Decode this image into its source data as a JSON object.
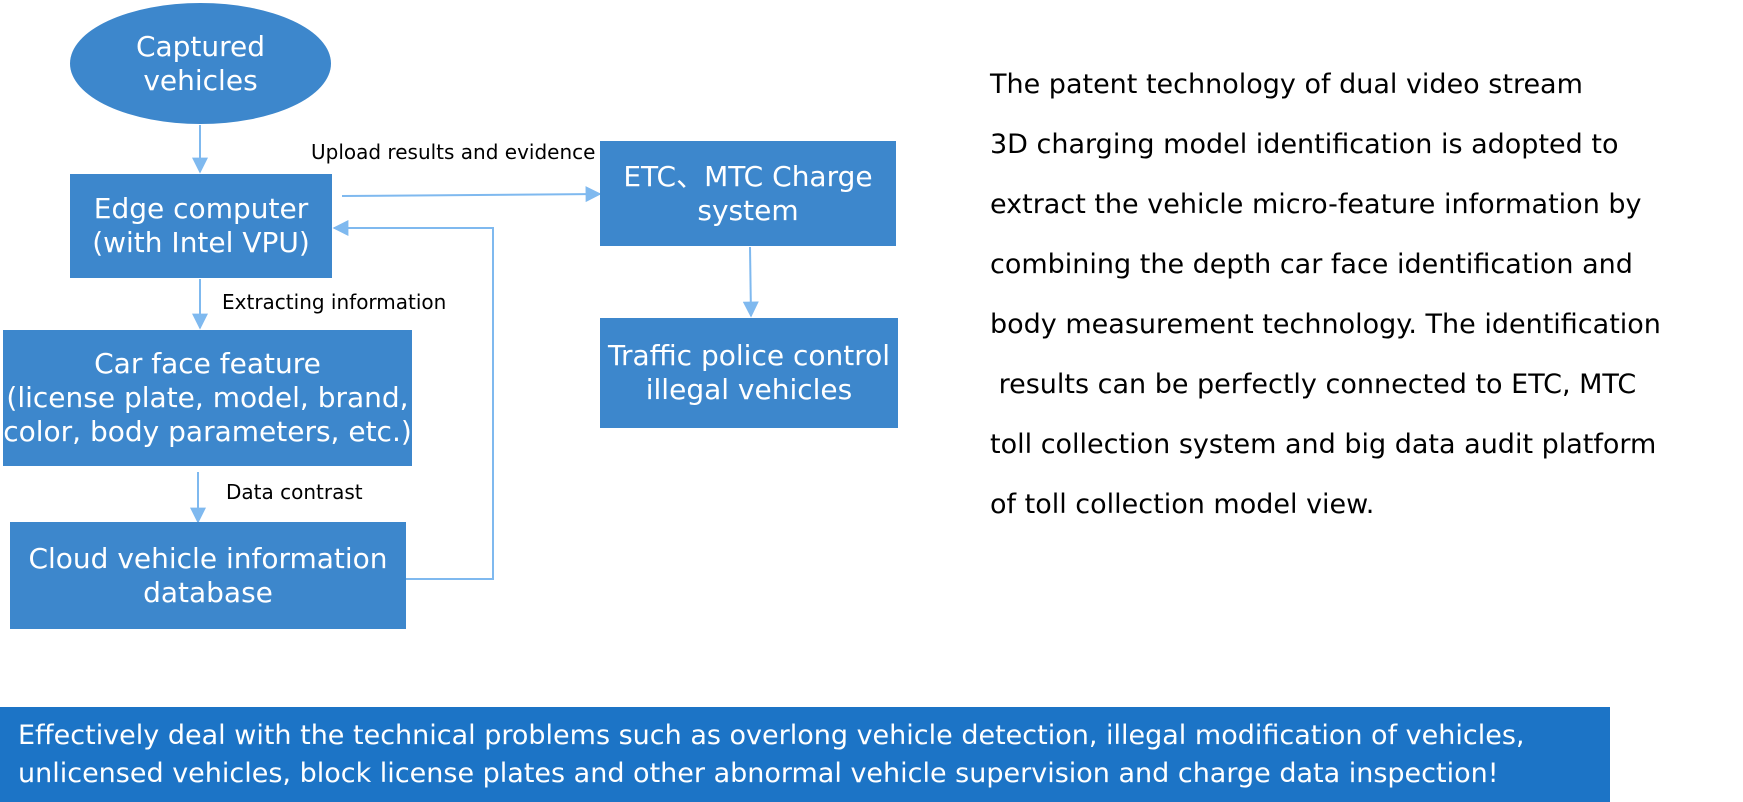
{
  "diagram": {
    "nodes": [
      {
        "id": "captured",
        "lines": [
          "Captured",
          "vehicles"
        ]
      },
      {
        "id": "edge",
        "lines": [
          "Edge computer",
          "(with Intel VPU)"
        ]
      },
      {
        "id": "carface",
        "lines": [
          "Car face feature",
          "(license plate, model, brand,",
          "color, body parameters, etc.)"
        ]
      },
      {
        "id": "cloud",
        "lines": [
          "Cloud vehicle information",
          "database"
        ]
      },
      {
        "id": "charge",
        "lines": [
          "ETC、MTC Charge",
          "system"
        ]
      },
      {
        "id": "traffic",
        "lines": [
          "Traffic police control",
          "illegal vehicles"
        ]
      }
    ],
    "edges": [
      {
        "from": "captured",
        "to": "edge",
        "label": ""
      },
      {
        "from": "edge",
        "to": "charge",
        "label": "Upload results and evidence"
      },
      {
        "from": "edge",
        "to": "carface",
        "label": "Extracting information"
      },
      {
        "from": "carface",
        "to": "cloud",
        "label": "Data contrast"
      },
      {
        "from": "cloud",
        "to": "edge",
        "label": ""
      },
      {
        "from": "charge",
        "to": "traffic",
        "label": ""
      }
    ],
    "colors": {
      "node_fill": "#3d87cc",
      "node_text": "#ffffff",
      "connector": "#7fb9ef"
    }
  },
  "description": {
    "lines": [
      "The patent technology of dual video stream",
      "3D charging model identification is adopted to",
      "extract the vehicle micro-feature information by",
      "combining the depth car face identification and",
      "body measurement technology. The identification",
      " results can be perfectly connected to ETC, MTC",
      "toll collection system and big data audit platform",
      "of toll collection model view."
    ]
  },
  "banner": {
    "lines": [
      "Effectively deal with the technical problems such as overlong vehicle detection, illegal modification of vehicles,",
      "unlicensed vehicles, block license plates and other abnormal vehicle supervision and charge data inspection!"
    ],
    "color": "#1c74c6"
  }
}
